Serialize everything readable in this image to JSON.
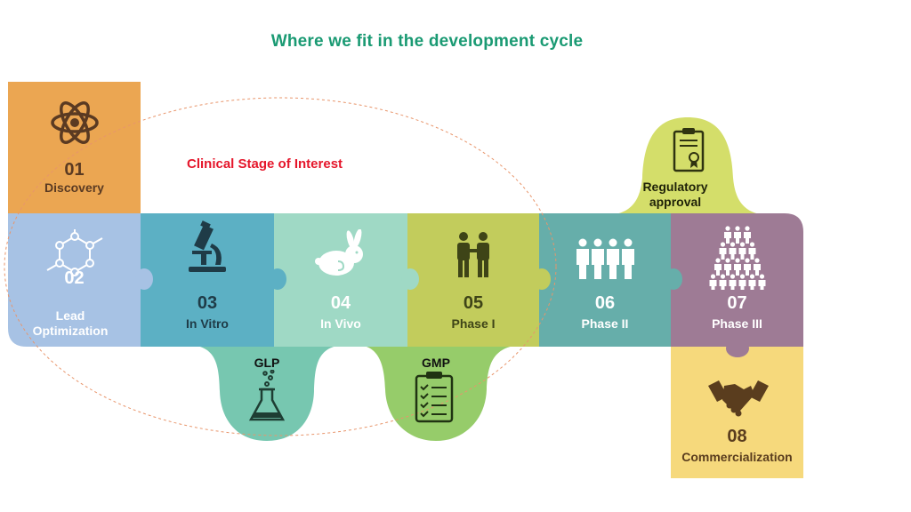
{
  "title": "Where we fit in the development cycle",
  "interest_label": "Clinical Stage of Interest",
  "colors": {
    "title": "#1a9a73",
    "interest": "#e5162b",
    "discovery": "#eba652",
    "lead": "#a7c2e4",
    "in_vitro": "#5cb0c4",
    "in_vivo": "#9fd9c5",
    "phase1": "#c2cc5c",
    "phase2": "#66aeaa",
    "phase3": "#9e7b95",
    "commercial": "#f6d97c",
    "regulatory": "#d4de6a",
    "glp": "#77c7b0",
    "gmp": "#96cc6a"
  },
  "stages": [
    {
      "number": "01",
      "label": "Discovery",
      "icon": "atom-icon"
    },
    {
      "number": "02",
      "label": "Lead Optimization",
      "icon": "molecule-icon"
    },
    {
      "number": "03",
      "label": "In Vitro",
      "icon": "microscope-icon"
    },
    {
      "number": "04",
      "label": "In Vivo",
      "icon": "rabbit-icon"
    },
    {
      "number": "05",
      "label": "Phase I",
      "icon": "people-icon"
    },
    {
      "number": "06",
      "label": "Phase II",
      "icon": "group-icon"
    },
    {
      "number": "07",
      "label": "Phase III",
      "icon": "crowd-icon"
    },
    {
      "number": "08",
      "label": "Commercialization",
      "icon": "handshake-icon"
    }
  ],
  "extras": {
    "regulatory": {
      "label": "Regulatory approval",
      "icon": "certificate-icon"
    },
    "glp": {
      "label": "GLP",
      "icon": "flask-icon"
    },
    "gmp": {
      "label": "GMP",
      "icon": "checklist-icon"
    }
  }
}
